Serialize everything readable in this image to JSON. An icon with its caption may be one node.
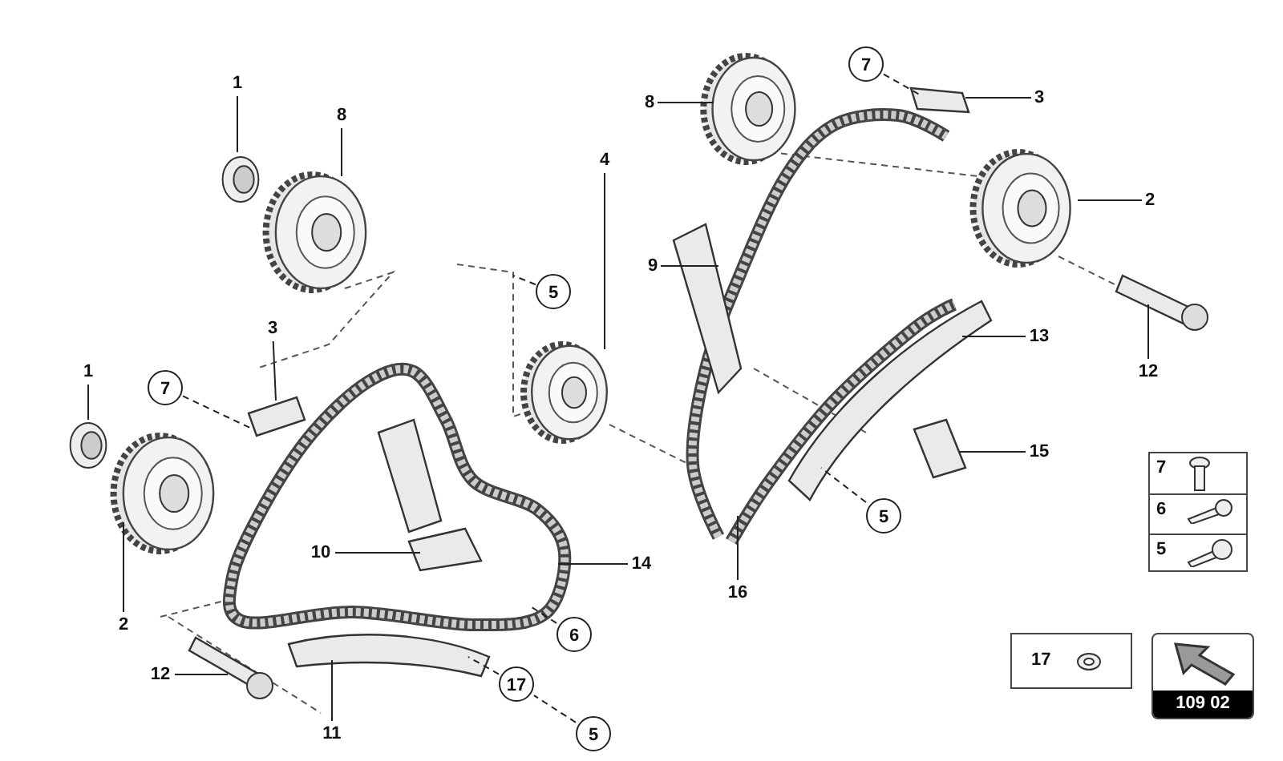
{
  "diagram": {
    "nodes": [
      {
        "text": [
          "1"
        ]
      },
      {
        "text": [
          "8"
        ]
      },
      {
        "text": [
          "7"
        ]
      },
      {
        "text": [
          "3"
        ]
      },
      {
        "text": [
          "8"
        ]
      },
      {
        "text": [
          "2"
        ]
      },
      {
        "text": [
          "4"
        ]
      },
      {
        "text": [
          "5"
        ]
      },
      {
        "text": [
          "9"
        ]
      },
      {
        "text": [
          "13"
        ]
      },
      {
        "text": [
          "12"
        ]
      },
      {
        "text": [
          "1"
        ]
      },
      {
        "text": [
          "3"
        ]
      },
      {
        "text": [
          "7"
        ]
      },
      {
        "text": [
          "15"
        ]
      },
      {
        "text": [
          "5"
        ]
      },
      {
        "text": [
          "10"
        ]
      },
      {
        "text": [
          "14"
        ]
      },
      {
        "text": [
          "16"
        ]
      },
      {
        "text": [
          "2"
        ]
      },
      {
        "text": [
          "6"
        ]
      },
      {
        "text": [
          "12"
        ]
      },
      {
        "text": [
          "11"
        ]
      },
      {
        "text": [
          "17"
        ]
      },
      {
        "text": [
          "5"
        ]
      }
    ],
    "edges": [
      {
        "from": 0,
        "to": null,
        "arrow": "none"
      },
      {
        "from": 1,
        "to": null,
        "arrow": "none"
      },
      {
        "from": 2,
        "to": null,
        "arrow": "none",
        "style": "dashed"
      },
      {
        "from": 3,
        "to": null,
        "arrow": "none"
      },
      {
        "from": 4,
        "to": null,
        "arrow": "none"
      },
      {
        "from": 5,
        "to": null,
        "arrow": "none"
      },
      {
        "from": 6,
        "to": null,
        "arrow": "none"
      },
      {
        "from": 7,
        "to": null,
        "arrow": "none",
        "style": "dashed"
      },
      {
        "from": 8,
        "to": null,
        "arrow": "none"
      },
      {
        "from": 9,
        "to": null,
        "arrow": "none"
      },
      {
        "from": 10,
        "to": null,
        "arrow": "none"
      },
      {
        "from": 11,
        "to": null,
        "arrow": "none"
      },
      {
        "from": 12,
        "to": null,
        "arrow": "none"
      },
      {
        "from": 13,
        "to": null,
        "arrow": "none",
        "style": "dashed"
      },
      {
        "from": 14,
        "to": null,
        "arrow": "none"
      },
      {
        "from": 15,
        "to": null,
        "arrow": "none",
        "style": "dashed"
      },
      {
        "from": 16,
        "to": null,
        "arrow": "none"
      },
      {
        "from": 17,
        "to": null,
        "arrow": "none"
      },
      {
        "from": 18,
        "to": null,
        "arrow": "none"
      },
      {
        "from": 19,
        "to": null,
        "arrow": "none"
      },
      {
        "from": 20,
        "to": null,
        "arrow": "none",
        "style": "dashed"
      },
      {
        "from": 21,
        "to": null,
        "arrow": "none"
      },
      {
        "from": 22,
        "to": null,
        "arrow": "none"
      },
      {
        "from": 23,
        "to": null,
        "arrow": "none",
        "style": "dashed"
      },
      {
        "from": 24,
        "to": 23,
        "arrow": "none",
        "style": "dashed"
      }
    ],
    "labels": [
      "7",
      "6",
      "5",
      "17",
      "109 02"
    ]
  }
}
